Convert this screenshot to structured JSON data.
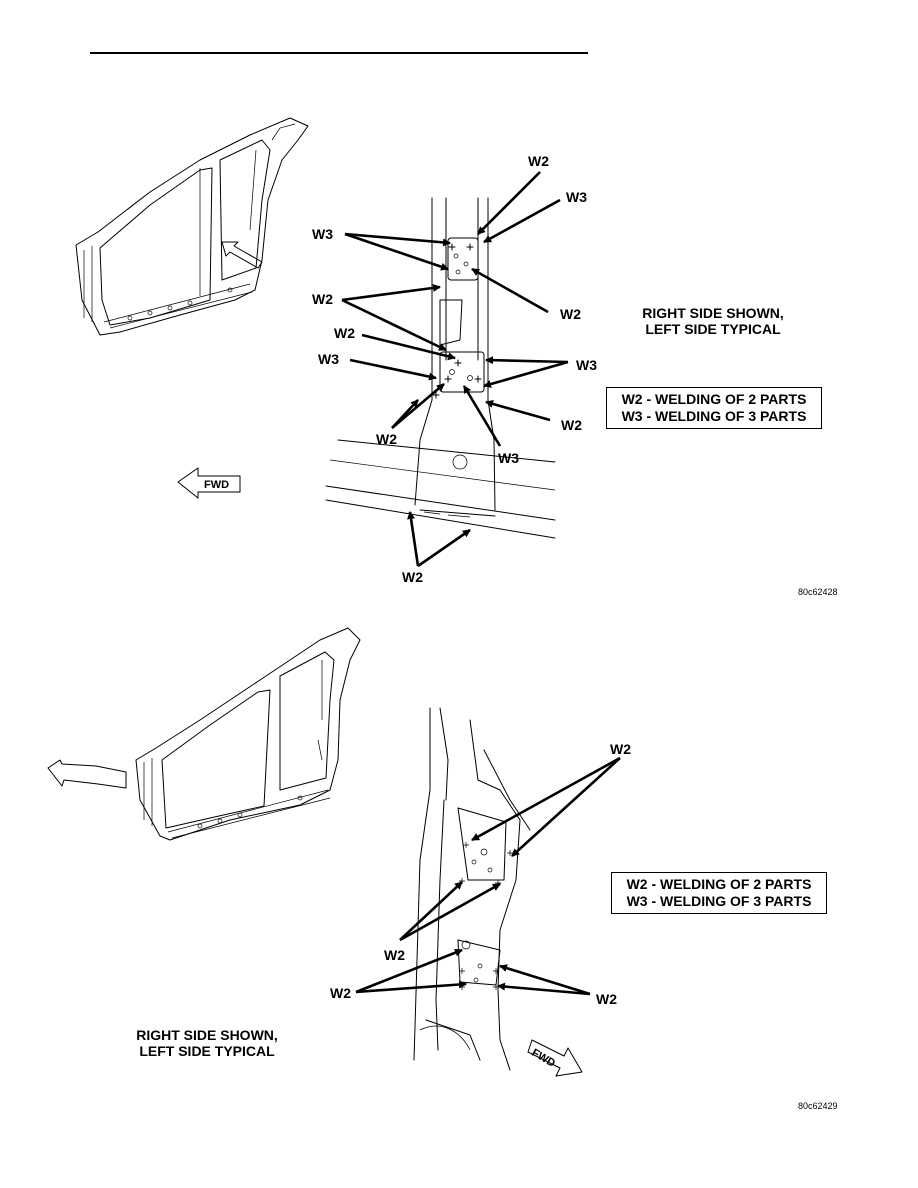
{
  "figure1": {
    "labels": {
      "w2_top": "W2",
      "w3_top_right": "W3",
      "w3_left_upper": "W3",
      "w2_right_upper": "W2",
      "w2_left_mid": "W2",
      "w2_left_mid2": "W2",
      "w3_left_lower": "W3",
      "w3_right_lower": "W3",
      "w2_left_bottom": "W2",
      "w3_center_bottom": "W3",
      "w2_right_bottom": "W2",
      "w2_rocker": "W2"
    },
    "note_line1": "RIGHT SIDE SHOWN,",
    "note_line2": "LEFT SIDE TYPICAL",
    "legend_line1": "W2 - WELDING OF 2 PARTS",
    "legend_line2": "W3 - WELDING OF 3 PARTS",
    "fwd_label": "FWD",
    "figure_number": "80c62428"
  },
  "figure2": {
    "labels": {
      "w2_top": "W2",
      "w2_left_mid": "W2",
      "w2_left_bottom": "W2",
      "w2_right_bottom": "W2"
    },
    "note_line1": "RIGHT SIDE SHOWN,",
    "note_line2": "LEFT SIDE TYPICAL",
    "legend_line1": "W2 - WELDING OF 2 PARTS",
    "legend_line2": "W3 - WELDING OF 3 PARTS",
    "fwd_label": "FWD",
    "figure_number": "80c62429"
  }
}
